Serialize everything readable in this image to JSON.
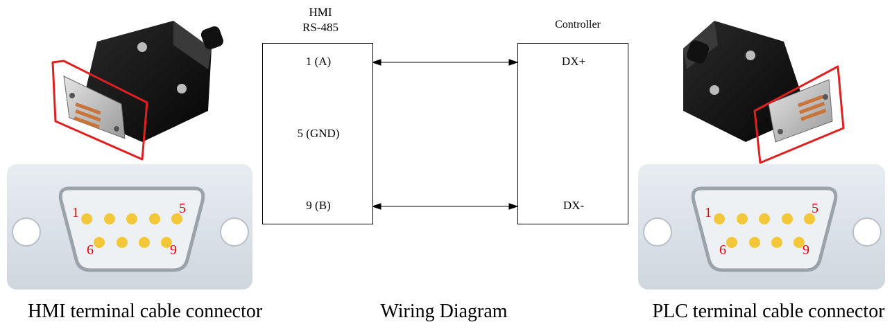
{
  "hmi_header": {
    "line1": "HMI",
    "line2": "RS-485"
  },
  "controller_header": "Controller",
  "hmi_pins": {
    "p1": "1 (A)",
    "p5": "5 (GND)",
    "p9": "9 (B)"
  },
  "controller_pins": {
    "dxp": "DX+",
    "dxm": "DX-"
  },
  "captions": {
    "left": "HMI terminal cable connector",
    "center": "Wiring Diagram",
    "right": "PLC terminal cable connector"
  },
  "pin_labels": {
    "one": "1",
    "five": "5",
    "six": "6",
    "nine": "9"
  },
  "colors": {
    "pin": "#f2c83a",
    "pin_label": "#e00000",
    "highlight": "#e02020",
    "plate": "#dde3ea"
  },
  "icons": [
    "db9-connector-hood-icon",
    "db9-connector-face-icon"
  ]
}
